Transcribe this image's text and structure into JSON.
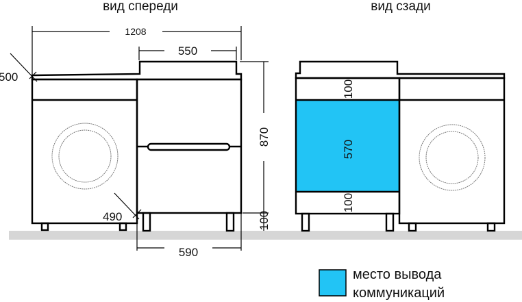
{
  "front_view": {
    "title": "вид спереди",
    "dims": {
      "total_width": "1208",
      "cabinet_top": "550",
      "height": "870",
      "legs": "100",
      "depth_base": "590",
      "depth_top": "500",
      "depth_washer": "490"
    }
  },
  "rear_view": {
    "title": "вид сзади",
    "dims": {
      "top_band": "100",
      "utility_zone": "570",
      "bottom_band": "100"
    }
  },
  "legend": {
    "line1": "место вывода",
    "line2": "коммуникаций",
    "color": "#22c4f5"
  },
  "colors": {
    "ground": "#d6d6d6",
    "highlight": "#22c4f5"
  }
}
